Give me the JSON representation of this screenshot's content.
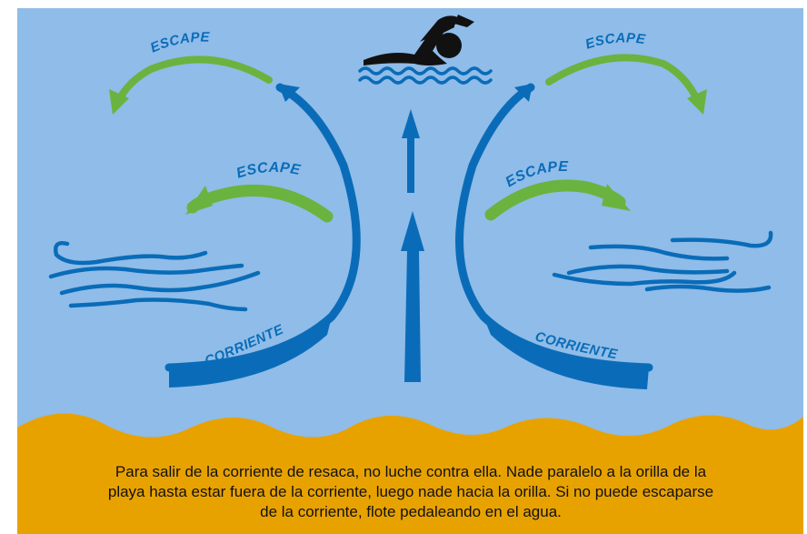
{
  "colors": {
    "water": "#8fbce8",
    "sand": "#e8a200",
    "current": "#0a6cb8",
    "escape": "#6ab33e",
    "swimmer": "#111111",
    "ripple": "#0a6cb8",
    "text": "#111111"
  },
  "labels": {
    "escape_top_left": "ESCAPE",
    "escape_top_right": "ESCAPE",
    "escape_mid_left": "ESCAPE",
    "escape_mid_right": "ESCAPE",
    "current_left": "CORRIENTE",
    "current_right": "CORRIENTE"
  },
  "icons": {
    "swimmer": "swimmer-icon",
    "water_ripples": "water-ripple-icon"
  },
  "caption": {
    "line1": "Para salir de la corriente de resaca, no luche contra ella. Nade paralelo a la orilla de la",
    "line2": "playa hasta estar fuera de la corriente, luego nade hacia la orilla. Si no puede escaparse",
    "line3": "de la corriente, flote pedaleando en el agua."
  }
}
